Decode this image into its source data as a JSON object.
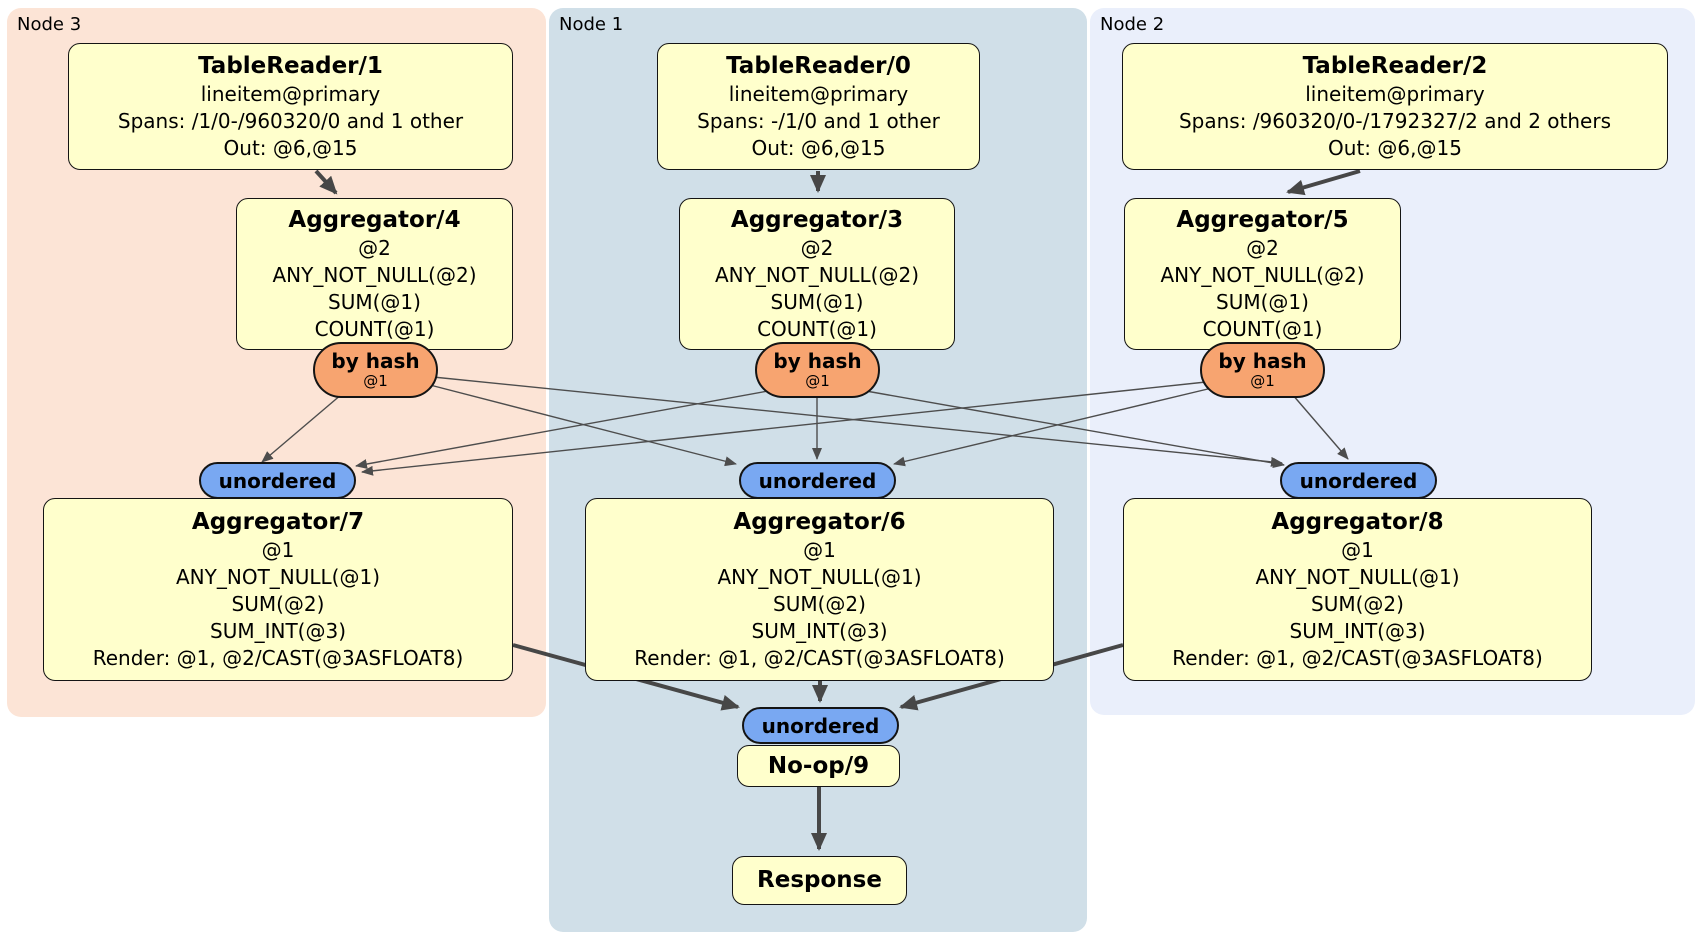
{
  "regions": [
    {
      "label": "Node 3",
      "bg": "#fce4d6"
    },
    {
      "label": "Node 1",
      "bg": "#d0dfe8"
    },
    {
      "label": "Node 2",
      "bg": "#eaeffb"
    }
  ],
  "colors": {
    "processor_fill": "#ffffcc",
    "processor_border": "#141414",
    "hash_router_fill": "#f7a470",
    "stream_fill": "#79a8f2",
    "edge_thin": "#4d4d4d",
    "edge_thick": "#474747",
    "canvas_bg": "#ffffff"
  },
  "processors": {
    "tr1": {
      "title": "TableReader/1",
      "lines": [
        "lineitem@primary",
        "Spans: /1/0-/960320/0 and 1 other",
        "Out: @6,@15"
      ]
    },
    "tr0": {
      "title": "TableReader/0",
      "lines": [
        "lineitem@primary",
        "Spans: -/1/0 and 1 other",
        "Out: @6,@15"
      ]
    },
    "tr2": {
      "title": "TableReader/2",
      "lines": [
        "lineitem@primary",
        "Spans: /960320/0-/1792327/2 and 2 others",
        "Out: @6,@15"
      ]
    },
    "agg4": {
      "title": "Aggregator/4",
      "lines": [
        "@2",
        "ANY_NOT_NULL(@2)",
        "SUM(@1)",
        "COUNT(@1)"
      ]
    },
    "agg3": {
      "title": "Aggregator/3",
      "lines": [
        "@2",
        "ANY_NOT_NULL(@2)",
        "SUM(@1)",
        "COUNT(@1)"
      ]
    },
    "agg5": {
      "title": "Aggregator/5",
      "lines": [
        "@2",
        "ANY_NOT_NULL(@2)",
        "SUM(@1)",
        "COUNT(@1)"
      ]
    },
    "agg7": {
      "title": "Aggregator/7",
      "lines": [
        "@1",
        "ANY_NOT_NULL(@1)",
        "SUM(@2)",
        "SUM_INT(@3)",
        "Render: @1, @2/CAST(@3ASFLOAT8)"
      ]
    },
    "agg6": {
      "title": "Aggregator/6",
      "lines": [
        "@1",
        "ANY_NOT_NULL(@1)",
        "SUM(@2)",
        "SUM_INT(@3)",
        "Render: @1, @2/CAST(@3ASFLOAT8)"
      ]
    },
    "agg8": {
      "title": "Aggregator/8",
      "lines": [
        "@1",
        "ANY_NOT_NULL(@1)",
        "SUM(@2)",
        "SUM_INT(@3)",
        "Render: @1, @2/CAST(@3ASFLOAT8)"
      ]
    },
    "noop": {
      "title": "No-op/9"
    },
    "response": {
      "title": "Response"
    }
  },
  "routers": {
    "by_hash": {
      "label": "by hash",
      "detail": "@1"
    },
    "unordered": {
      "label": "unordered"
    }
  }
}
